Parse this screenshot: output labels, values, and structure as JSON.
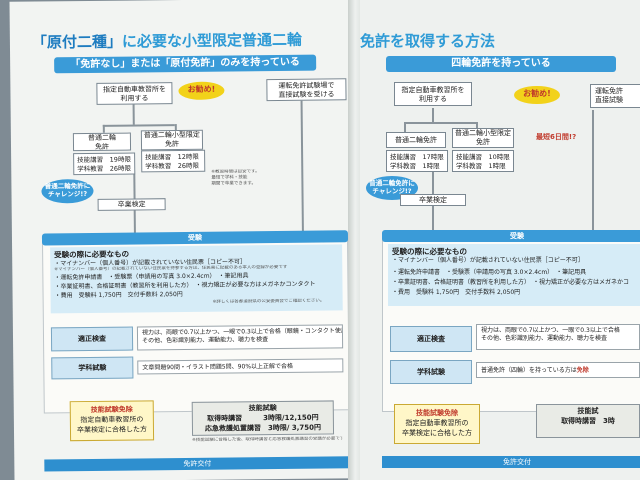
{
  "left": {
    "title_q1": "「原付二種」",
    "title_mid": "に必要な小型限定普通二輪",
    "title_end": "免許を取得する方法",
    "banner": "「免許なし」または「原付免許」のみを持っている",
    "school": "指定自動車教習所を\n利用する",
    "osusume": "お勧め!",
    "direct": "運転免許試験場で\n直接試験を受ける",
    "std_box": "普通二輪\n免許",
    "small_box": "普通二輪小型限定\n免許",
    "std_hours": "技能講習　19時限\n学科教習　26時限",
    "small_hours": "技能講習　12時限\n学科教習　26時限",
    "note_side": "※教習時間は目安です。\n最短で学科・技能\n期間で卒業できます。",
    "challenge": "普通二輪免許に\nチャレンジ!?",
    "graduation": "卒業検定",
    "exam_bar": "受験",
    "req_head": "受験の際に必要なもの",
    "req_items": [
      "・マイナンバー（個人番号）が記載されていない住民票［コピー不可］",
      "・運転免許申請書　・受験票（申請用の写真 3.0×2.4cm）　・筆記用具",
      "・卒業証明書、合格証明書（教習所を利用した方）　・視力矯正が必要な方はメガネかコンタクト",
      "・費用　受験料 1,750円　交付手数料 2,050円"
    ],
    "req_note1": "※マイナンバー（個人番号）の記載されていない住民票を持参する方は、住民票に記載のある本人の登録が必要です",
    "req_note2": "※詳しくは各都道府県の公安委員会でご確認ください。",
    "aptitude_label": "適正検査",
    "aptitude_detail": "視力は、両眼で0.7以上かつ、一眼で0.3以上で合格（眼鏡・コンタクト使用可）\nその他、色彩識別能力、運動能力、聴力を検査",
    "written_label": "学科試験",
    "written_detail": "文章問題90問・イラスト問題5問、90%以上正解で合格",
    "exempt_head": "技能試験免除",
    "exempt_body": "指定自動車教習所の\n卒業検定に合格した方",
    "skill_head": "技能試験",
    "skill_lines": [
      "取得時講習　　　3時限/12,150円",
      "応急救護処置講習　3時限/ 3,750円"
    ],
    "skill_note": "※技能試験に合格した後、取得時講習と応急救護処置講習の受講が必要です",
    "footer": "免許交付"
  },
  "right": {
    "banner": "四輪免許を持っている",
    "school": "指定自動車教習所を\n利用する",
    "osusume": "お勧め!",
    "direct": "運転免許\n直接試験",
    "std_box": "普通二輪免許",
    "small_box": "普通二輪小型限定\n免許",
    "std_hours": "技能講習　17時限\n学科教習　1時限",
    "small_hours": "技能講習　10時限\n学科教習　1時限",
    "shortest": "最短6日間!?",
    "challenge": "普通二輪免許に\nチャレンジ!?",
    "graduation": "卒業検定",
    "exam_bar": "受験",
    "req_head": "受験の際に必要なもの",
    "req_items": [
      "・マイナンバー（個人番号）が記載されていない住民票［コピー不可］",
      "・運転免許申請書　・受験票（申請用の写真 3.0×2.4cm）　・筆記用具",
      "・卒業証明書、合格証明書（教習所を利用した方）　・視力矯正が必要な方はメガネかコ",
      "・費用　受験料 1,750円　交付手数料 2,050円"
    ],
    "aptitude_label": "適正検査",
    "aptitude_detail": "視力は、両眼で0.7以上かつ、一眼で0.3以上で合格\nその他、色彩識別能力、運動能力、聴力を検査",
    "written_label": "学科試験",
    "written_detail_a": "普通免許（四輪）を持っている方は",
    "written_detail_b": "免除",
    "exempt_head": "技能試験免除",
    "exempt_body": "指定自動車教習所の\n卒業検定に合格した方",
    "skill_head": "技能試",
    "skill_line": "取得時講習　3時",
    "footer": "免許交付"
  }
}
